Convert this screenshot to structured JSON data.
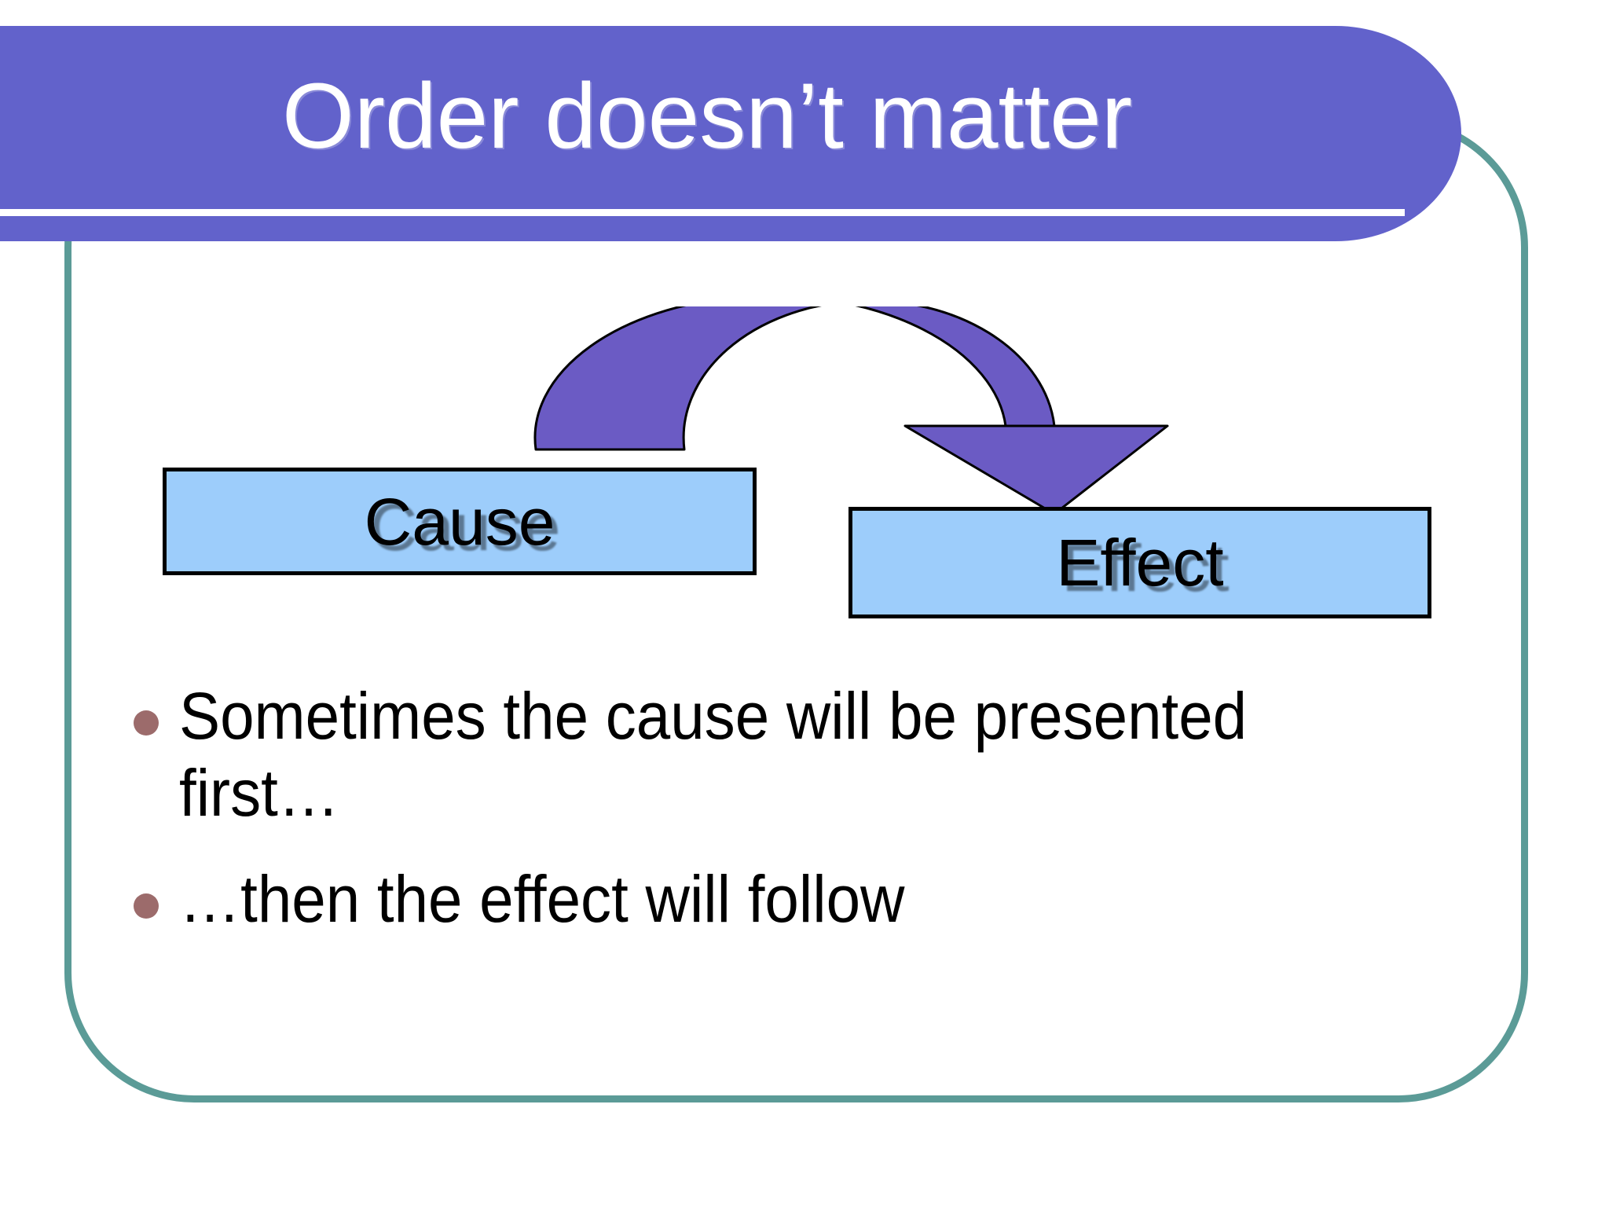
{
  "slide": {
    "title": "Order doesn’t matter",
    "theme": {
      "banner_purple": "#6262CB",
      "arrow_purple": "#6B5BC4",
      "frame_teal": "#5B9B97",
      "box_blue": "#9DCDFB",
      "bullet_rose": "#9C6B6B",
      "title_text": "#FFFFFF",
      "body_text": "#000000",
      "background": "#FFFFFF"
    },
    "diagram": {
      "cause_label": "Cause",
      "effect_label": "Effect",
      "arrow_name": "curved-arrow-cause-to-effect"
    },
    "bullets": [
      "Sometimes the cause will be presented first…",
      "…then the effect will follow"
    ]
  }
}
